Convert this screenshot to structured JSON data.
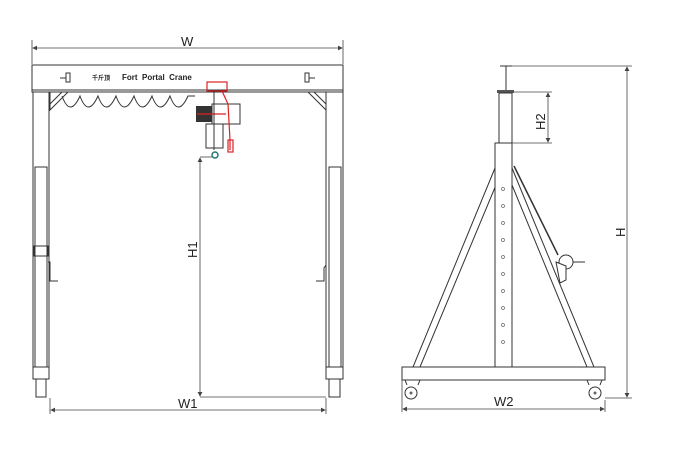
{
  "front_view": {
    "beam_text": "Fort  Portal  Crane",
    "beam_small_text": "千斤顶",
    "dimensions": {
      "width": "W",
      "inner_width": "W1",
      "lift_height": "H1"
    }
  },
  "side_view": {
    "dimensions": {
      "height": "H",
      "adjust_height": "H2",
      "base_width": "W2"
    }
  },
  "colors": {
    "line": "#333333",
    "hoist_accent": "#dd2222"
  }
}
